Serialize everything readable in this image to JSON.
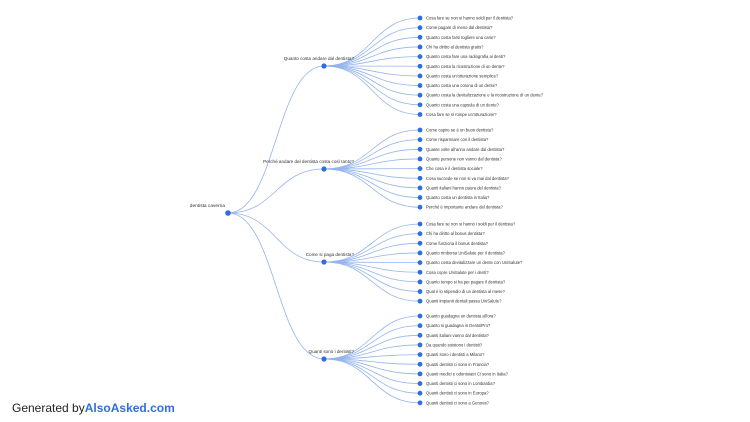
{
  "root": {
    "label": "dentista caverna"
  },
  "branches": [
    {
      "label": "Quanto costa andare dal dentista?",
      "children": [
        "Cosa fare se non si hanno soldi per il dentista?",
        "Come pagare di meno dal dentista?",
        "Quanto costa farsi togliere una carie?",
        "Chi ha diritto al dentista gratis?",
        "Quanto costa fare una radiografia ai denti?",
        "Quanto costa la ricostruzione di un dente?",
        "Quanto costa un'otturazione semplice?",
        "Quanto costa una corona di un dente?",
        "Quanto costa la devitalizzazione e la ricostruzione di un dente?",
        "Quanto costa una capsula di un dente?",
        "Cosa fare se si rompe un'otturazione?"
      ]
    },
    {
      "label": "Perché andare dal dentista costa così tanto?",
      "children": [
        "Come capire se è un buon dentista?",
        "Come risparmiare con il dentista?",
        "Quante volte all'anno andare dal dentista?",
        "Quante persone non vanno dal dentista?",
        "Che cosa è il dentista sociale?",
        "Cosa succede se non si va mai dal dentista?",
        "Quanti italiani hanno paura del dentista?",
        "Quanto costa un dentista in Italia?",
        "Perché è importante andare dal dentista?"
      ]
    },
    {
      "label": "Come si paga dentista?",
      "children": [
        "Cosa fare se non si hanno i soldi per il dentista?",
        "Chi ha diritto al bonus dentista?",
        "Come funziona il bonus dentista?",
        "Quanto rimborsa UniSalute per il dentista?",
        "Quanto costa devitalizzare un dente con UniSalute?",
        "Cosa copre UniSalute per i denti?",
        "Quanto tempo si ha per pagare il dentista?",
        "Qual è lo stipendio di un dentista al mese?",
        "Quanti impianti dentali passa UniSalute?"
      ]
    },
    {
      "label": "Quanti sono i dentisti?",
      "children": [
        "Quanto guadagna un dentista all'ora?",
        "Quanto si guadagna in DentalPro?",
        "Quanti italiani vanno dal dentista?",
        "Da quando esistono i dentisti?",
        "Quanti sono i dentisti a Milano?",
        "Quanti dentisti ci sono in Francia?",
        "Quanti medici e odontoiatri Ci sono in Italia?",
        "Quanti dentisti ci sono in Lombardia?",
        "Quanti dentisti ci sono in Europa?",
        "Quanti dentisti ci sono a Genova?"
      ]
    }
  ],
  "footer": {
    "prefix": "Generated by",
    "brand": "AlsoAsked.com"
  },
  "colors": {
    "node": "#2f6ee0",
    "link": "#93b4ee",
    "brand": "#2f6ee0"
  }
}
